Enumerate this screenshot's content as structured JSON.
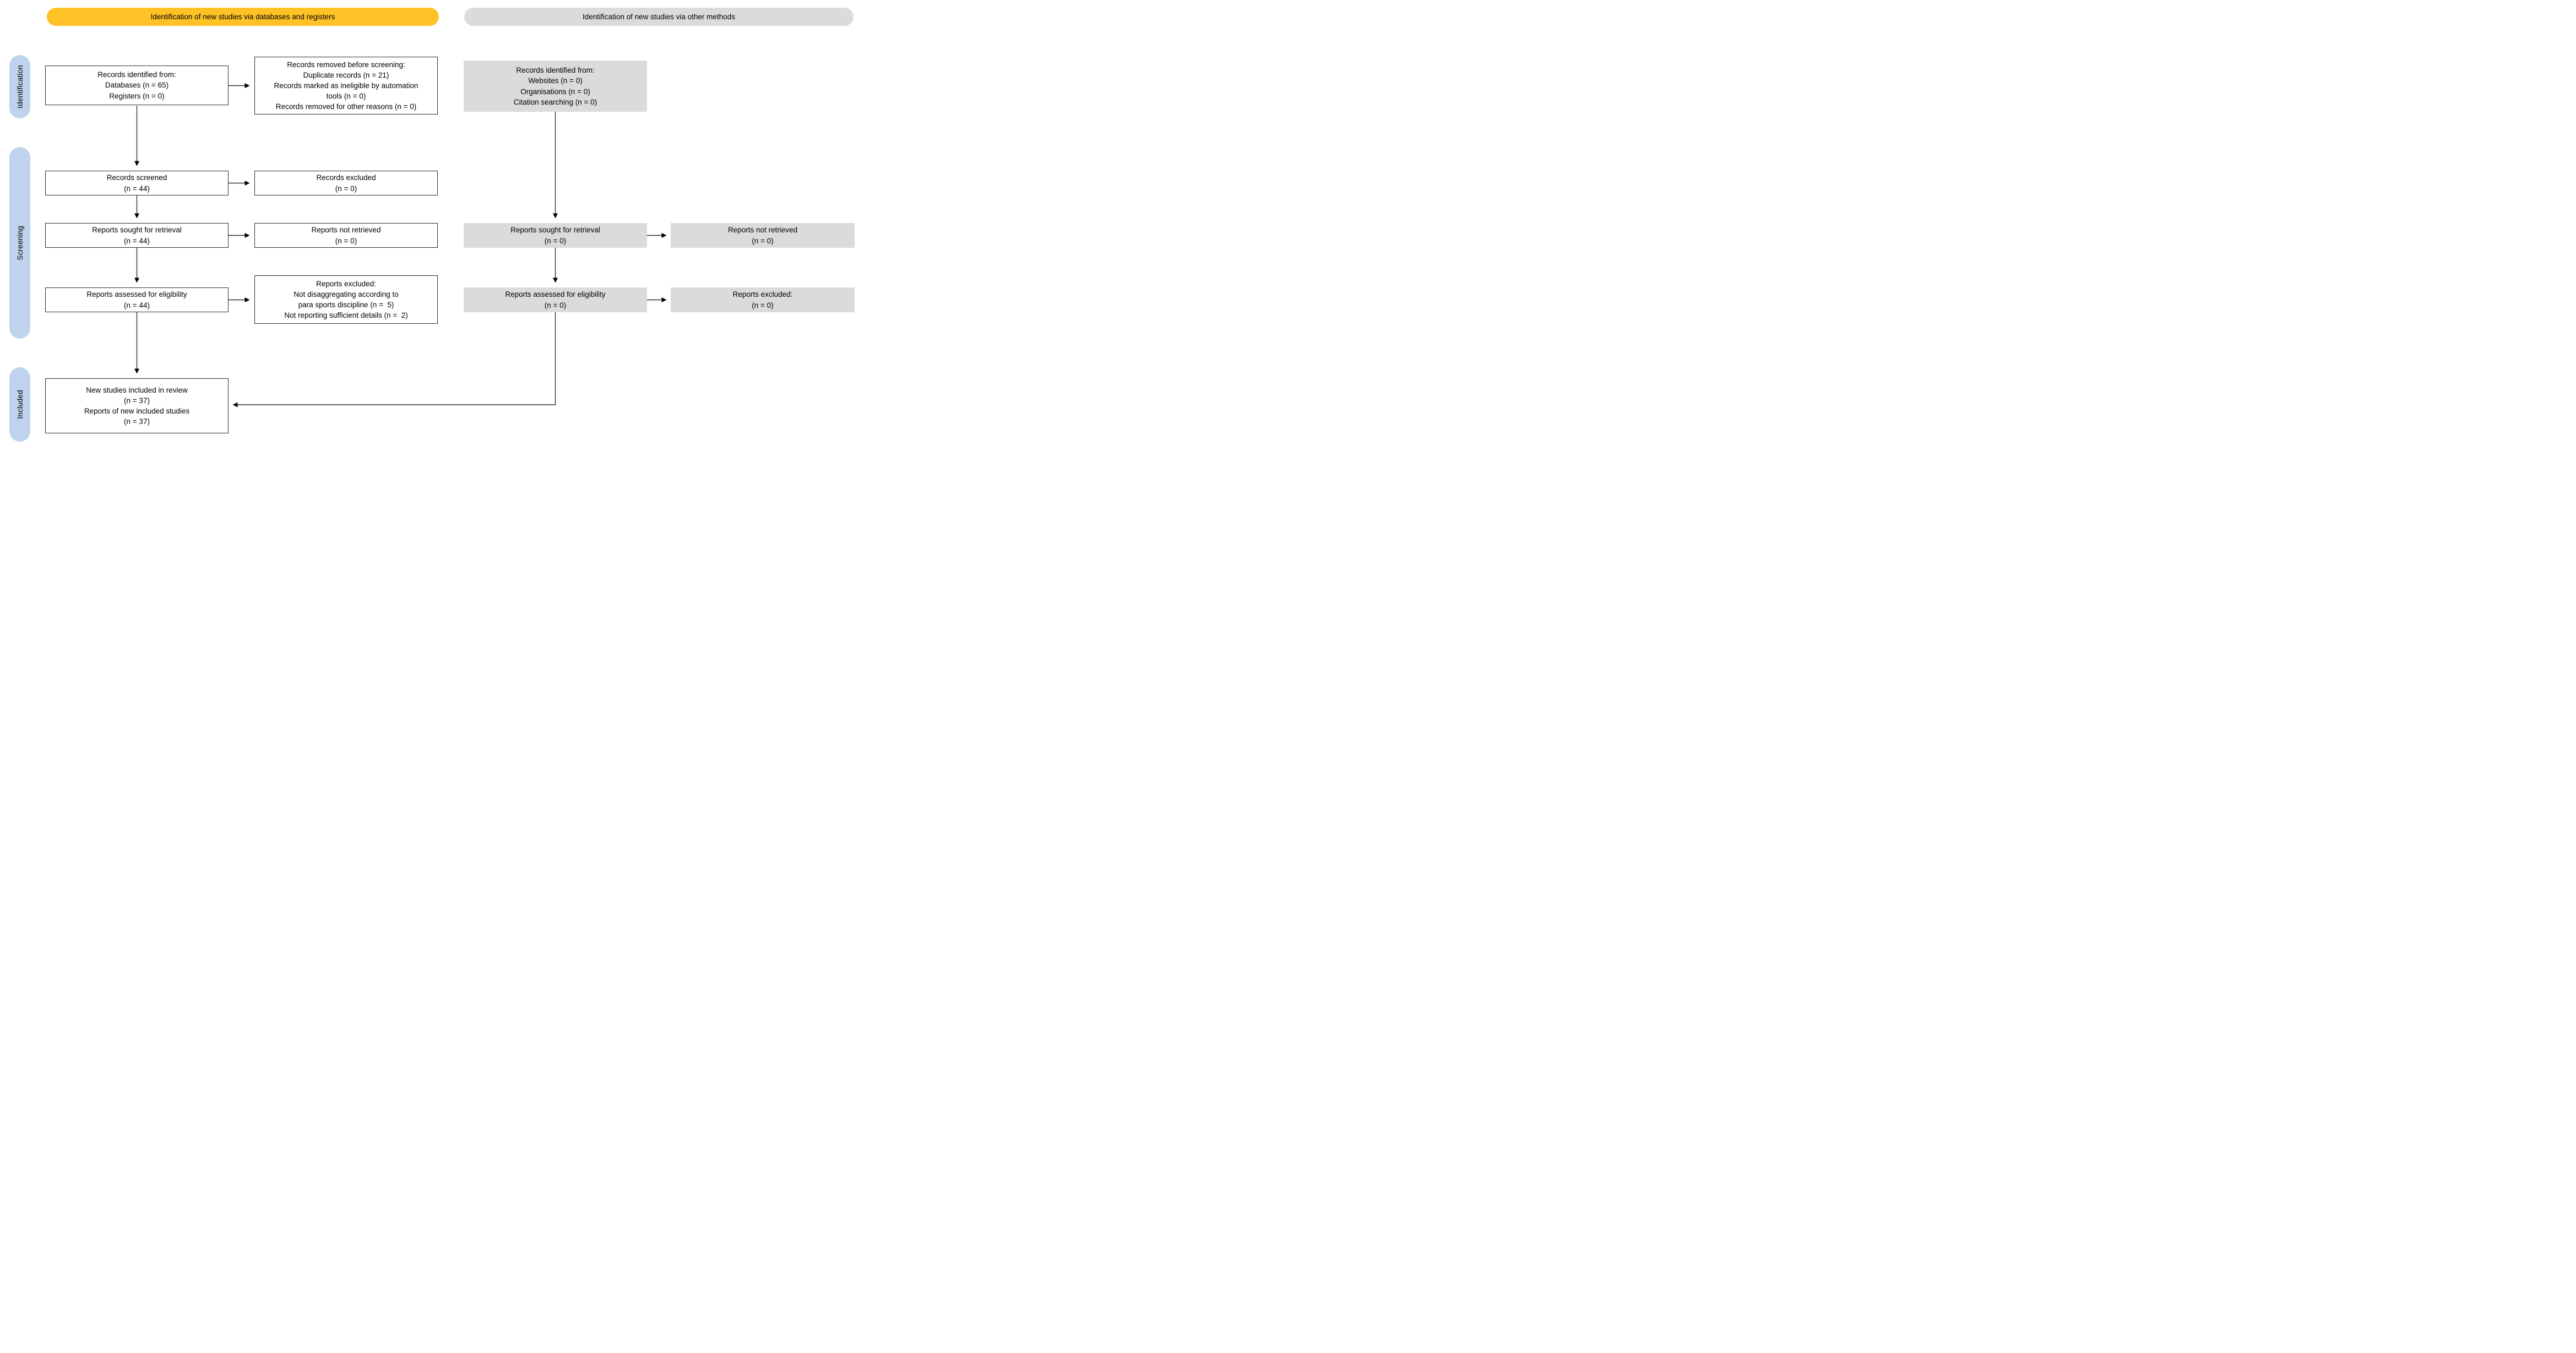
{
  "banners": {
    "databases": "Identification of new studies via databases and registers",
    "other_methods": "Identification of new studies via other methods"
  },
  "stages": [
    {
      "label": "Identification"
    },
    {
      "label": "Screening"
    },
    {
      "label": "Included"
    }
  ],
  "boxes": {
    "db_identified": {
      "text": "Records identified from:\nDatabases (n = 65)\nRegisters (n = 0)"
    },
    "records_removed": {
      "text": "Records removed before screening:\nDuplicate records (n = 21)\nRecords marked as ineligible by automation\ntools (n = 0)\nRecords removed for other reasons (n = 0)"
    },
    "other_identified": {
      "text": "Records identified from:\nWebsites (n = 0)\nOrganisations (n = 0)\nCitation searching (n = 0)"
    },
    "records_screened": {
      "text": "Records screened\n(n = 44)"
    },
    "records_excluded": {
      "text": "Records excluded\n(n = 0)"
    },
    "reports_sought": {
      "text": "Reports sought for retrieval\n(n = 44)"
    },
    "reports_not_retrieved": {
      "text": "Reports not retrieved\n(n = 0)"
    },
    "reports_assessed": {
      "text": "Reports assessed for eligibility\n(n = 44)"
    },
    "reports_excluded": {
      "text": "Reports excluded:\nNot disaggregating according to\npara sports discipline (n =  5)\nNot reporting sufficient details (n =  2)"
    },
    "other_sought": {
      "text": "Reports sought for retrieval\n(n = 0)"
    },
    "other_not_retrieved": {
      "text": "Reports not retrieved\n(n = 0)"
    },
    "other_assessed": {
      "text": "Reports assessed for eligibility\n(n = 0)"
    },
    "other_excluded": {
      "text": "Reports excluded:\n(n = 0)"
    },
    "included": {
      "text": "New studies included in review\n(n = 37)\nReports of new included studies\n(n = 37)"
    }
  },
  "colors": {
    "banner_yellow": "#FFC226",
    "banner_gray": "#DBDBDB",
    "stage_blue": "#BFD3EC",
    "box_gray": "#DBDBDB",
    "box_border": "#2B2B2B",
    "arrow": "#303030"
  }
}
